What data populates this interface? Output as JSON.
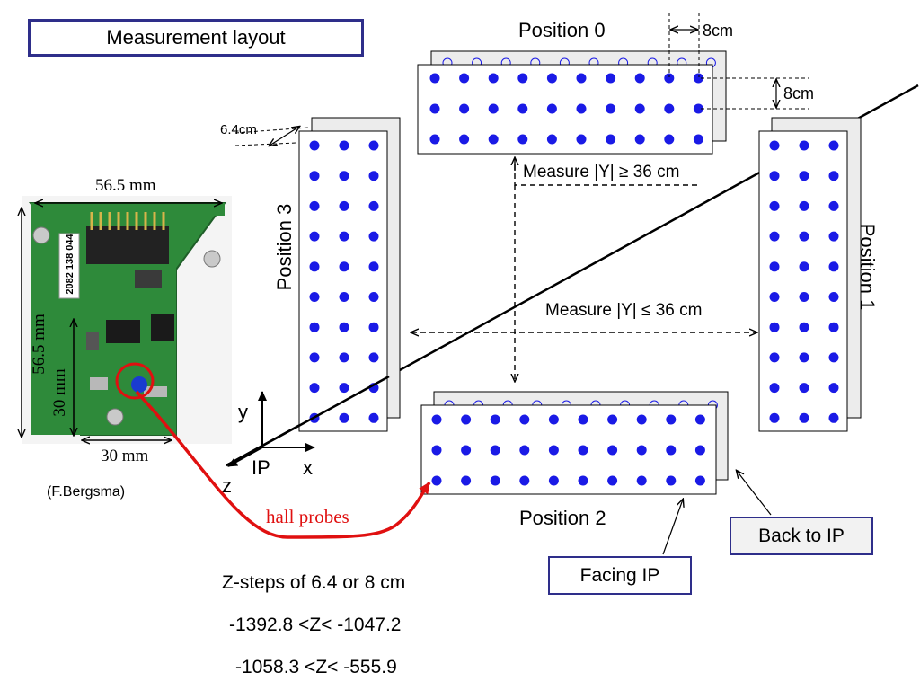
{
  "title": "Measurement layout",
  "positions": {
    "p0": "Position 0",
    "p1": "Position 1",
    "p2": "Position 2",
    "p3": "Position 3"
  },
  "dimensions": {
    "spacing_x": "8cm",
    "spacing_y": "8cm",
    "spacing_z": "6.4cm"
  },
  "measure": {
    "upper": "Measure |Y| ≥ 36 cm",
    "lower": "Measure |Y| ≤ 36 cm"
  },
  "axes": {
    "y": "y",
    "x": "x",
    "z": "z",
    "ip": "IP"
  },
  "board": {
    "width_top": "56.5 mm",
    "height_left": "56.5 mm",
    "height_inner": "30 mm",
    "width_bottom": "30 mm",
    "chip_label": "2082 138 044",
    "credit": "(F.Bergsma)"
  },
  "hall_probes": "hall probes",
  "buttons": {
    "facing_ip": "Facing IP",
    "back_to_ip": "Back to IP"
  },
  "zsteps": {
    "line1": "Z-steps of 6.4 or 8 cm",
    "line2": "-1392.8 <Z< -1047.2",
    "line3": "-1058.3 <Z< -555.9"
  },
  "colors": {
    "probe_dot": "#1a1ae6",
    "board_green": "#2e8a3a",
    "arrow_red": "#e01010",
    "box_border": "#2e2e8a",
    "panel_back": "#e8e8e8"
  }
}
